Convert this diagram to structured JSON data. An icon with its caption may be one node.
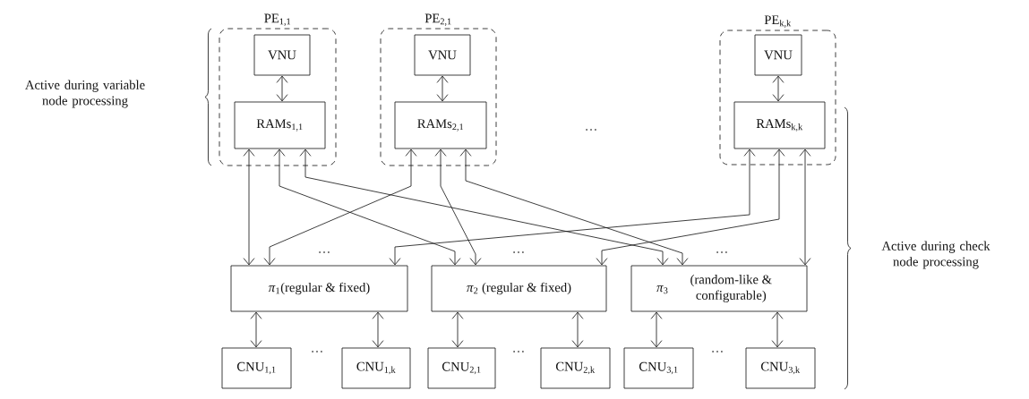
{
  "diagram": {
    "nodes": [
      {
        "text": [
          "PE$_{1,1}$"
        ]
      },
      {
        "text": [
          "VNU"
        ],
        "in": 0
      },
      {
        "text": [
          "RAMs$_{1,1}$"
        ],
        "in": 0
      },
      {
        "text": [
          "PE$_{2,1}$"
        ]
      },
      {
        "text": [
          "VNU"
        ],
        "in": 3
      },
      {
        "text": [
          "RAMs$_{2,1}$"
        ],
        "in": 3
      },
      {
        "text": [
          "PE$_{k,k}$"
        ]
      },
      {
        "text": [
          "VNU"
        ],
        "in": 6
      },
      {
        "text": [
          "RAMs$_{k,k}$"
        ],
        "in": 6
      },
      {
        "text": [
          "*π*$_{1}$(regular & fixed)"
        ]
      },
      {
        "text": [
          "*π*$_{2}$ (regular & fixed)"
        ]
      },
      {
        "text": [
          "*π*$_{3}$",
          "(random-like & configurable)"
        ]
      },
      {
        "text": [
          "CNU$_{1,1}$"
        ]
      },
      {
        "text": [
          "CNU$_{1,k}$"
        ]
      },
      {
        "text": [
          "CNU$_{2,1}$"
        ]
      },
      {
        "text": [
          "CNU$_{2,k}$"
        ]
      },
      {
        "text": [
          "CNU$_{3,1}$"
        ]
      },
      {
        "text": [
          "CNU$_{3,k}$"
        ]
      }
    ],
    "edges": [
      {
        "from": 1,
        "to": 2,
        "arrow": "both"
      },
      {
        "from": 4,
        "to": 5,
        "arrow": "both"
      },
      {
        "from": 7,
        "to": 8,
        "arrow": "both"
      },
      {
        "from": 2,
        "to": 9,
        "arrow": "both"
      },
      {
        "from": 2,
        "to": 10,
        "arrow": "both"
      },
      {
        "from": 2,
        "to": 11,
        "arrow": "both"
      },
      {
        "from": 5,
        "to": 9,
        "arrow": "both"
      },
      {
        "from": 5,
        "to": 10,
        "arrow": "both"
      },
      {
        "from": 5,
        "to": 11,
        "arrow": "both"
      },
      {
        "from": 8,
        "to": 9,
        "arrow": "both"
      },
      {
        "from": 8,
        "to": 10,
        "arrow": "both"
      },
      {
        "from": 8,
        "to": 11,
        "arrow": "both"
      },
      {
        "from": 9,
        "to": 12,
        "arrow": "both"
      },
      {
        "from": 9,
        "to": 13,
        "arrow": "both"
      },
      {
        "from": 10,
        "to": 14,
        "arrow": "both"
      },
      {
        "from": 10,
        "to": 15,
        "arrow": "both"
      },
      {
        "from": 11,
        "to": 16,
        "arrow": "both"
      },
      {
        "from": 11,
        "to": 17,
        "arrow": "both"
      }
    ],
    "labels": [
      "Active during variable node processing",
      "…",
      "…",
      "…",
      "…",
      "Active during check node processing",
      "…",
      "…",
      "…"
    ]
  }
}
